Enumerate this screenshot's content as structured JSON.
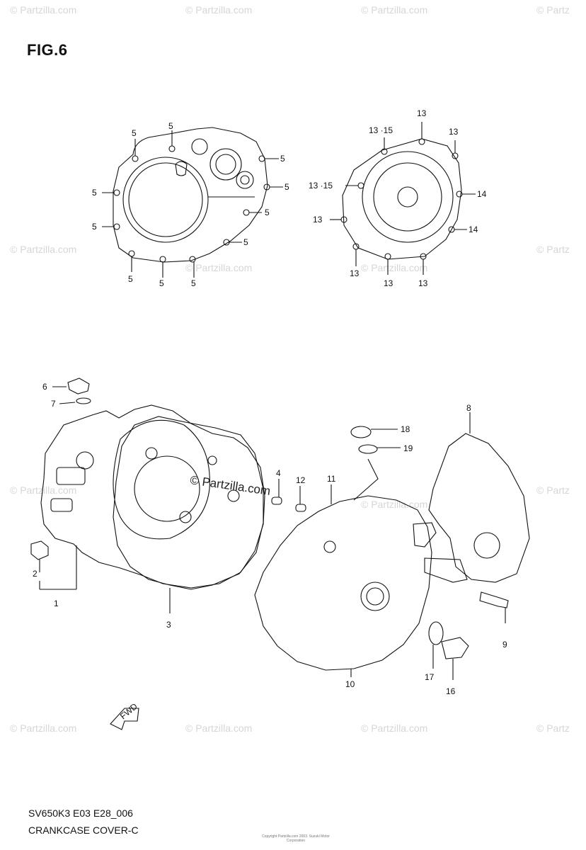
{
  "figure": {
    "title": "FIG.6"
  },
  "watermark": {
    "text": "© Partzilla.com",
    "text_short": "© Partz"
  },
  "callouts": {
    "c1": "1",
    "c2": "2",
    "c3": "3",
    "c4": "4",
    "c5": "5",
    "c6": "6",
    "c7": "7",
    "c8": "8",
    "c9": "9",
    "c10": "10",
    "c11": "11",
    "c12": "12",
    "c13": "13",
    "c13_15": "13 ·15",
    "c14": "14",
    "c16": "16",
    "c17": "17",
    "c18": "18",
    "c19": "19"
  },
  "footer": {
    "code": "SV650K3 E03 E28_006",
    "title": "CRANKCASE COVER-C",
    "copyright": "Copyright Partzilla.com 2003. Suzuki Motor Corporation"
  },
  "colors": {
    "line": "#111111",
    "watermark": "#d6d6d6"
  }
}
